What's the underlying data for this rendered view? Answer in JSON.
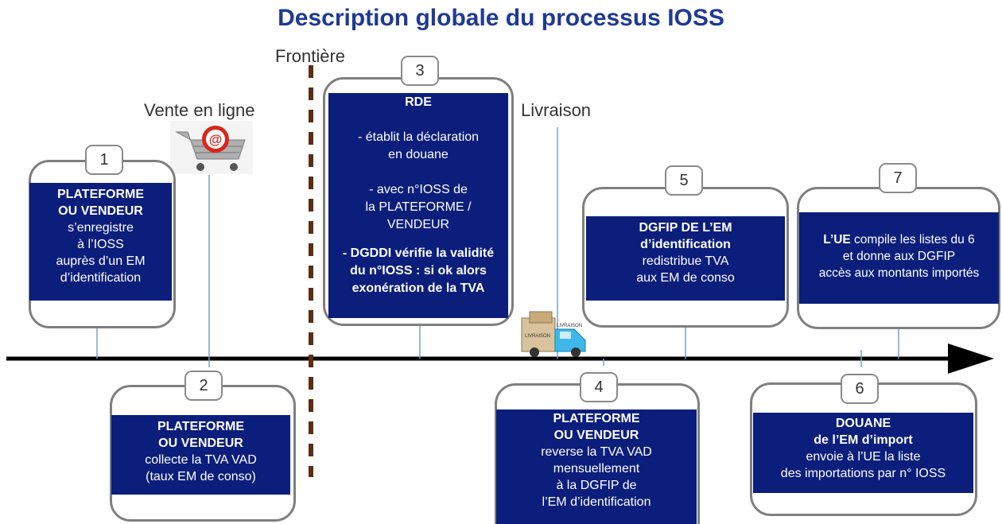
{
  "title": "Description globale du processus IOSS",
  "labels": {
    "frontiere": "Frontière",
    "vente_en_ligne": "Vente en ligne",
    "livraison": "Livraison",
    "truck_text_1": "LIVRAISON",
    "truck_text_2": "LIVRAISON"
  },
  "steps": [
    {
      "number": "1",
      "lines": [
        "PLATEFORME",
        "OU VENDEUR",
        "s’enregistre",
        "à l’IOSS",
        "auprès d’un EM",
        "d’identification"
      ]
    },
    {
      "number": "2",
      "lines": [
        "PLATEFORME",
        "OU VENDEUR",
        "collecte la TVA VAD",
        "(taux EM de conso)"
      ]
    },
    {
      "number": "3",
      "lines": [
        "RDE",
        "",
        "- établit la déclaration",
        "en douane",
        "",
        "- avec n°IOSS de",
        "la PLATEFORME /",
        "VENDEUR",
        "",
        "- DGDDI vérifie la validité",
        "du n°IOSS : si ok alors",
        "exonération de la TVA"
      ]
    },
    {
      "number": "4",
      "lines": [
        "PLATEFORME",
        "OU VENDEUR",
        "reverse la TVA VAD",
        "mensuellement",
        "à la DGFIP de",
        "l’EM d’identification"
      ]
    },
    {
      "number": "5",
      "lines": [
        "DGFIP DE L’EM",
        "d’identification",
        "redistribue TVA",
        "aux EM de conso"
      ]
    },
    {
      "number": "6",
      "lines": [
        "DOUANE",
        "de l’EM d’import",
        "envoie à l’UE la liste",
        "des importations par n° IOSS"
      ]
    },
    {
      "number": "7",
      "lines": [
        "L’UE compile les listes du 6",
        "et donne aux DGFIP",
        "accès aux montants importés"
      ]
    }
  ],
  "colors": {
    "panel": "#0b1e7c",
    "title": "#1f3a93",
    "frame": "#7f7f7f",
    "border_dash": "#5a2d14",
    "axis": "#000000"
  },
  "icons": [
    "shopping-cart-icon",
    "delivery-truck-icon"
  ]
}
